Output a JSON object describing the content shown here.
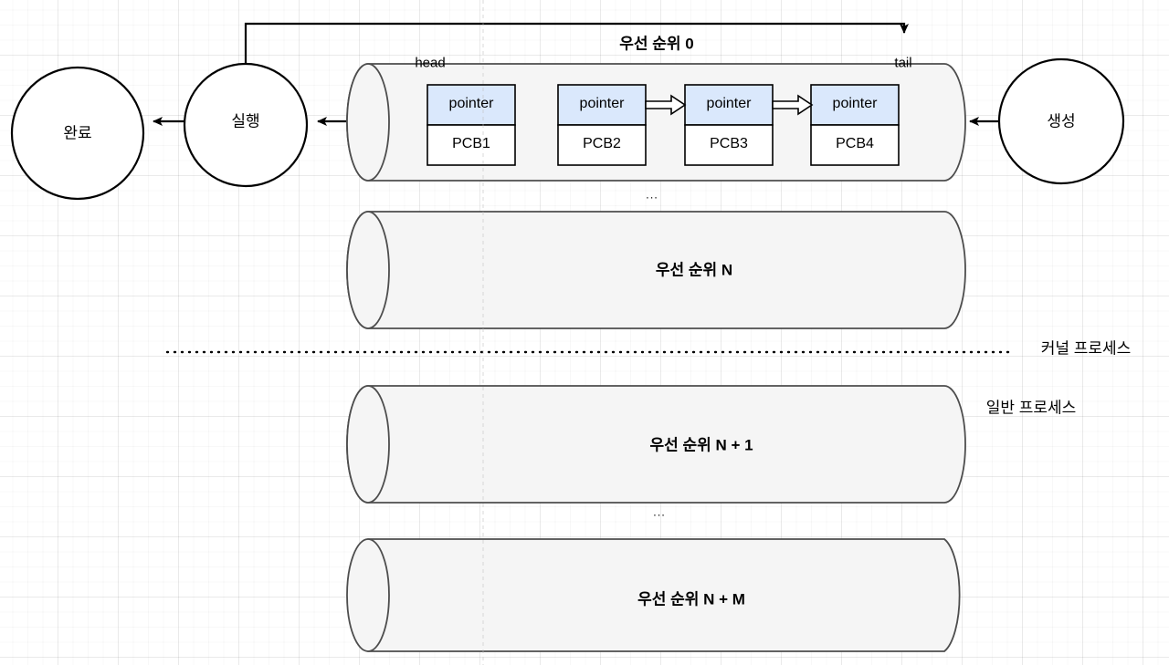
{
  "diagram": {
    "title": "Priority-based process scheduling queues",
    "colors": {
      "stroke": "#000000",
      "cylinder_stroke": "#4d4d4d",
      "cylinder_fill": "#f5f5f5",
      "pointer_fill": "#dae8fc",
      "pointer_stroke": "#6c8ebf",
      "pcb_fill": "#ffffff",
      "pcb_stroke": "#000000",
      "grid": "#e8e8e8",
      "text": "#000000"
    },
    "states": [
      {
        "id": "done",
        "label": "완료"
      },
      {
        "id": "running",
        "label": "실행"
      },
      {
        "id": "created",
        "label": "생성"
      }
    ],
    "queue_endpoints": {
      "head_label": "head",
      "tail_label": "tail"
    },
    "priority0_queue": {
      "label": "우선 순위 0",
      "nodes": [
        {
          "pointer": "pointer",
          "pcb": "PCB1"
        },
        {
          "pointer": "pointer",
          "pcb": "PCB2"
        },
        {
          "pointer": "pointer",
          "pcb": "PCB3"
        },
        {
          "pointer": "pointer",
          "pcb": "PCB4"
        }
      ]
    },
    "queues": [
      {
        "id": "priority-n",
        "label": "우선 순위 N"
      },
      {
        "id": "priority-n-1",
        "label": "우선 순위 N + 1"
      },
      {
        "id": "priority-n-m",
        "label": "우선 순위 N + M"
      }
    ],
    "ellipsis": [
      {
        "id": "ellipsis-top",
        "label": "..."
      },
      {
        "id": "ellipsis-bottom",
        "label": "..."
      }
    ],
    "annotations": [
      {
        "id": "kernel-process",
        "label": "커널 프로세스"
      },
      {
        "id": "user-process",
        "label": "일반 프로세스"
      }
    ]
  }
}
